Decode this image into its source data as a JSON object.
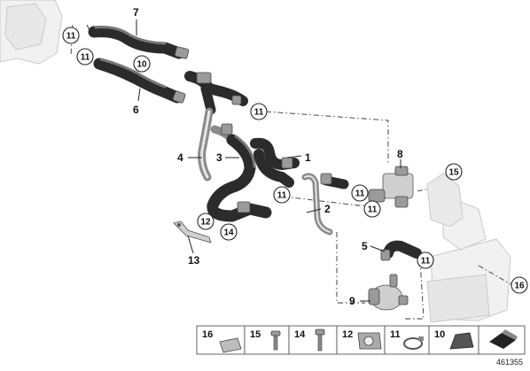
{
  "callouts": {
    "n1": "1",
    "n2": "2",
    "n3": "3",
    "n4": "4",
    "n5": "5",
    "n6": "6",
    "n7": "7",
    "n8": "8",
    "n9": "9",
    "n10": "10",
    "n13": "13"
  },
  "circled": {
    "c11": "11",
    "c12": "12",
    "c14": "14",
    "c15": "15",
    "c16": "16"
  },
  "legend": {
    "items": [
      "16",
      "15",
      "14",
      "12",
      "11",
      "10"
    ]
  },
  "doc_id": "461355",
  "colors": {
    "hose": "#2b2b2b",
    "pipe": "#8a8a8a",
    "ghost": "#f1f1f1"
  }
}
